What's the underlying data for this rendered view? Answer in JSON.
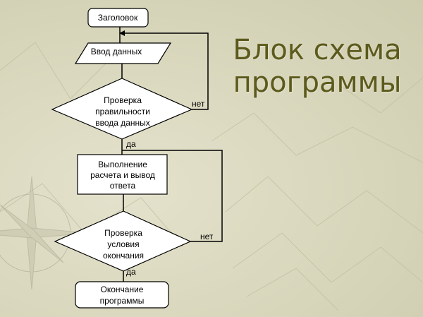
{
  "slide": {
    "title_line1": "Блок схема",
    "title_line2": "программы",
    "title_color": "#5c5a1c"
  },
  "flowchart": {
    "start": "Заголовок",
    "input": "Ввод данных",
    "check_input_lines": [
      "Проверка",
      "правильности",
      "ввода данных"
    ],
    "no_label_1": "нет",
    "yes_label_1": "да",
    "process_lines": [
      "Выполнение",
      "расчета и вывод",
      "ответа"
    ],
    "check_end_lines": [
      "Проверка",
      "условия",
      "окончания"
    ],
    "no_label_2": "нет",
    "yes_label_2": "да",
    "end_lines": [
      "Окончание",
      "программы"
    ]
  },
  "icons": {
    "compass": "compass-rose-icon"
  }
}
